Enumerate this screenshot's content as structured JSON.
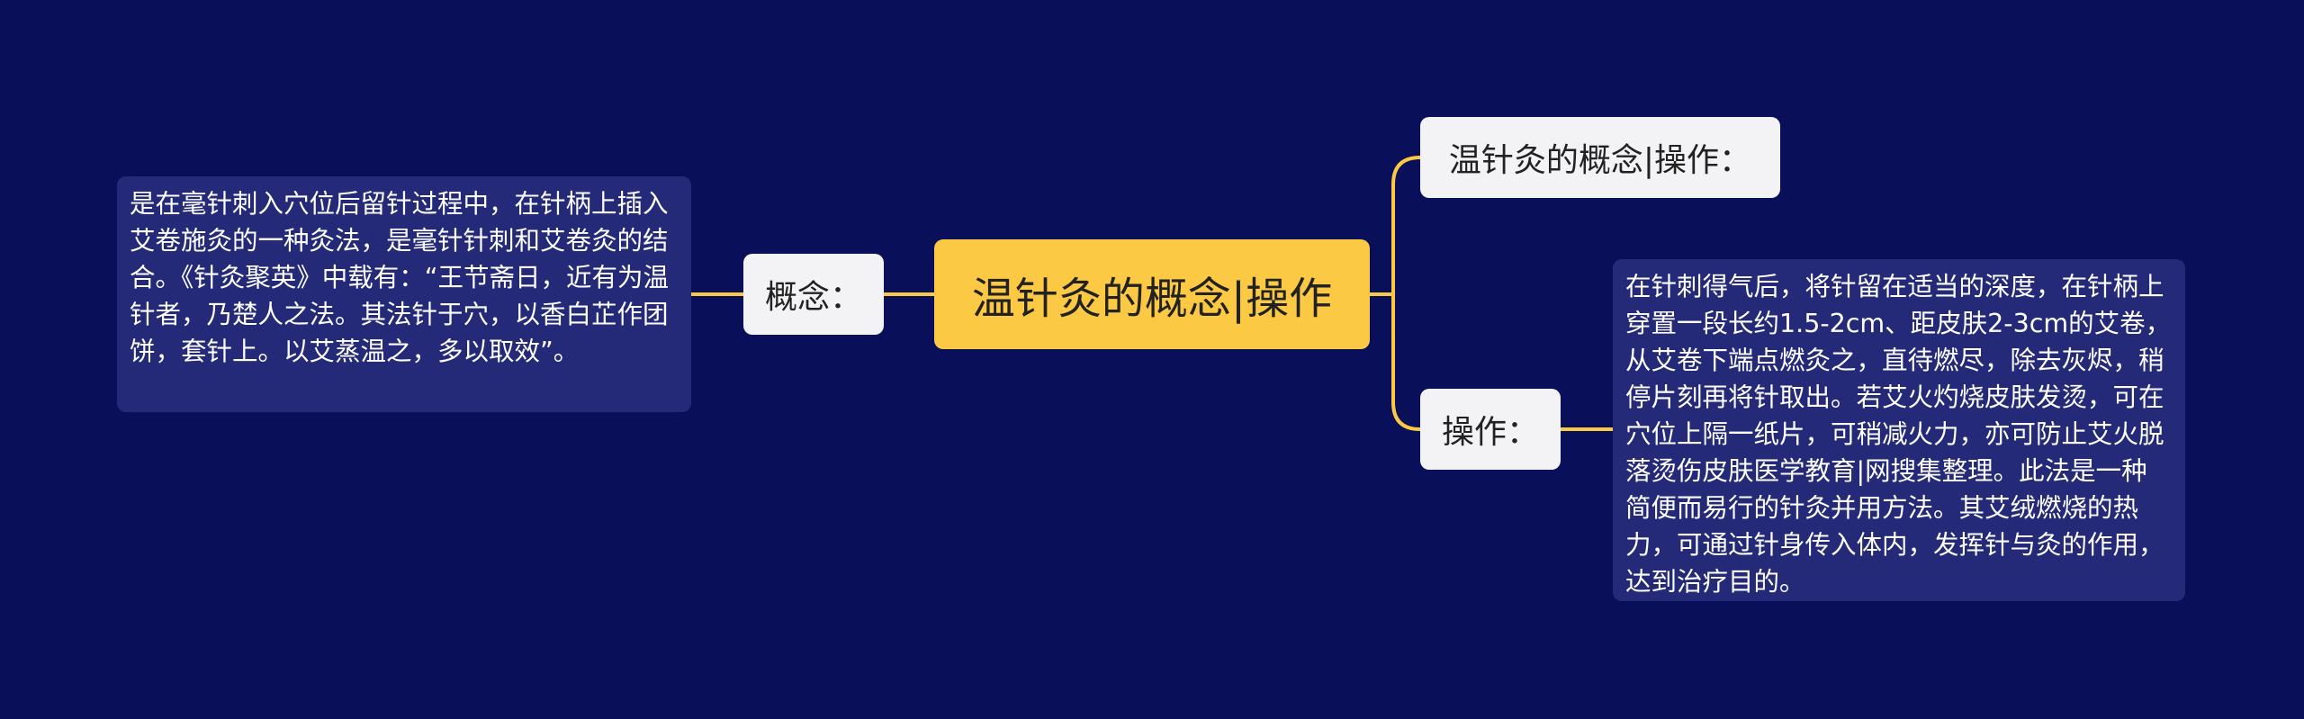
{
  "root": {
    "label": "温针灸的概念|操作"
  },
  "branches": {
    "concept": {
      "label": "概念：",
      "text": "是在毫针刺入穴位后留针过程中，在针柄上插入艾卷施灸的一种灸法，是毫针针刺和艾卷灸的结合。《针灸聚英》中载有：“王节斋日，近有为温针者，乃楚人之法。其法针于穴，以香白芷作团饼，套针上。以艾蒸温之，多以取效”。"
    },
    "title_node": {
      "label": "温针灸的概念|操作："
    },
    "operation": {
      "label": "操作：",
      "text": "在针刺得气后，将针留在适当的深度，在针柄上穿置一段长约1.5-2cm、距皮肤2-3cm的艾卷，从艾卷下端点燃灸之，直待燃尽，除去灰烬，稍停片刻再将针取出。若艾火灼烧皮肤发烫，可在穴位上隔一纸片，可稍减火力，亦可防止艾火脱落烫伤皮肤医学教育|网搜集整理。此法是一种简便而易行的针灸并用方法。其艾绒燃烧的热力，可通过针身传入体内，发挥针与灸的作用，达到治疗目的。"
    }
  },
  "colors": {
    "background": "#0a0f5a",
    "root_fill": "#fcc945",
    "label_fill": "#f3f3f6",
    "text_box_fill": "#242a78",
    "connector": "#fcc945"
  }
}
